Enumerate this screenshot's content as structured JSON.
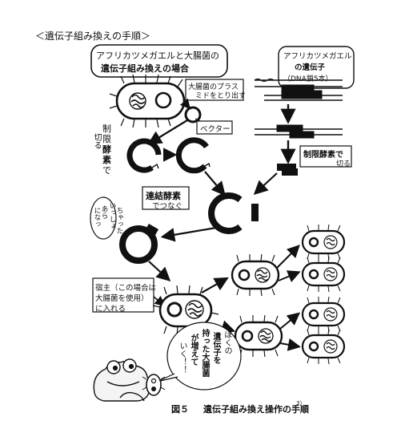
{
  "header": {
    "title": "＜遺伝子組み換えの手順＞"
  },
  "labels": {
    "frog_case_line1": "アフリカツメガエルと大腸菌の",
    "frog_case_line2": "遺伝子組み換えの場合",
    "frog_gene_line1": "アフリカツメガエル",
    "frog_gene_line2": "の遺伝子",
    "frog_gene_line3": "（DNA鎖5本）",
    "plasmid_extract_line1": "大腸菌のプラス",
    "plasmid_extract_line2": "ミドをとり出す",
    "vector": "ベクター",
    "cut_left_1": "制",
    "cut_left_2": "限",
    "cut_left_3": "酵",
    "cut_left_4": "素",
    "cut_left_5": "で",
    "cut_left_6": "切る",
    "cut_right_line1": "制限酵素で",
    "cut_right_line2": "切る",
    "ligase_line1": "連結酵素",
    "ligase_line2": "でつなぐ",
    "connected_line1": "あら",
    "connected_line2": "いっしょ",
    "connected_line3": "になっ",
    "connected_line4": "ちゃった",
    "host_line1": "宿主（この場合は",
    "host_line2": "大腸菌を使用）",
    "host_line3": "に入れる",
    "speech_line1": "ぼくの",
    "speech_line2": "遺伝子を",
    "speech_line3": "持った大腸菌",
    "speech_line4": "が増えて",
    "speech_line5": "いく！！"
  },
  "caption": {
    "figure_no": "図５",
    "text": "遺伝子組み換え操作の手順",
    "superscript": "3）"
  },
  "colors": {
    "ink": "#111111",
    "paper": "#ffffff",
    "frog_fill": "#f4f4f4"
  }
}
